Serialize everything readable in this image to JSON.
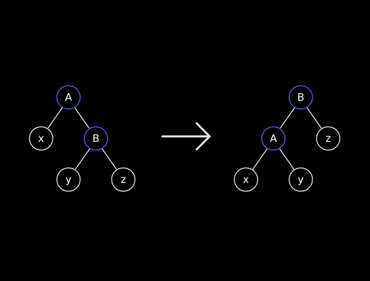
{
  "colors": {
    "background": "#000000",
    "highlight_ring": "#5555dd",
    "plain_ring": "#ffffff",
    "line": "#ffffff",
    "arrow": "#e6e6e6"
  },
  "left_tree": {
    "root": "A",
    "nodes": [
      {
        "label": "A",
        "highlighted": true
      },
      {
        "label": "x",
        "highlighted": false
      },
      {
        "label": "B",
        "highlighted": true
      },
      {
        "label": "y",
        "highlighted": false
      },
      {
        "label": "z",
        "highlighted": false
      }
    ],
    "edges": [
      [
        "A",
        "x"
      ],
      [
        "A",
        "B"
      ],
      [
        "B",
        "y"
      ],
      [
        "B",
        "z"
      ]
    ]
  },
  "arrow_icon": "right-arrow-icon",
  "right_tree": {
    "root": "B",
    "nodes": [
      {
        "label": "B",
        "highlighted": true
      },
      {
        "label": "A",
        "highlighted": true
      },
      {
        "label": "z",
        "highlighted": false
      },
      {
        "label": "x",
        "highlighted": false
      },
      {
        "label": "y",
        "highlighted": false
      }
    ],
    "edges": [
      [
        "B",
        "A"
      ],
      [
        "B",
        "z"
      ],
      [
        "A",
        "x"
      ],
      [
        "A",
        "y"
      ]
    ]
  }
}
